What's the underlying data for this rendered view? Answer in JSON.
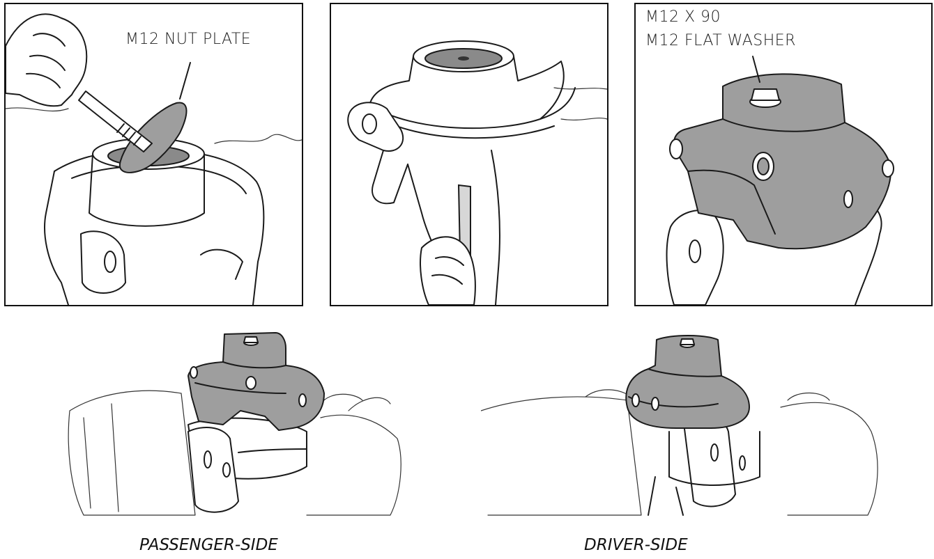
{
  "panels": {
    "panel1_label": "M12 NUT PLATE",
    "panel3_label_line1": "M12 X 90",
    "panel3_label_line2": "M12 FLAT WASHER"
  },
  "captions": {
    "left": "PASSENGER-SIDE",
    "right": "DRIVER-SIDE"
  },
  "colors": {
    "outline": "#1a1a1a",
    "part_fill": "#9e9e9e",
    "background": "#ffffff"
  }
}
